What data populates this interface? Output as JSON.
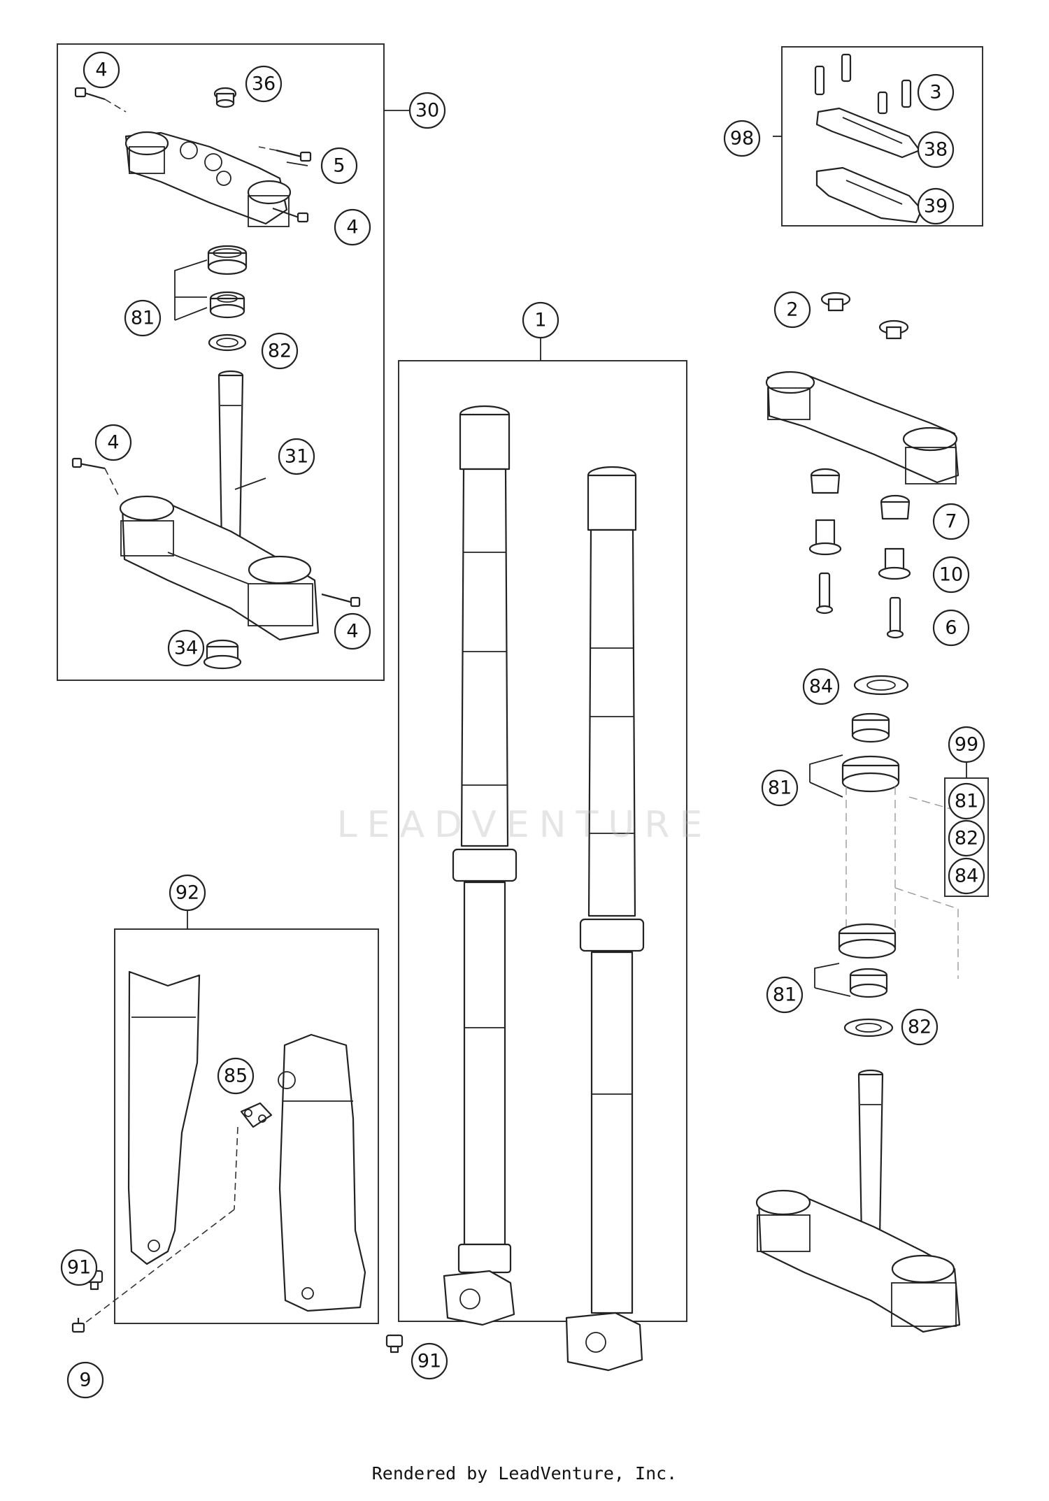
{
  "callouts": {
    "c1": "1",
    "c2": "2",
    "c3": "3",
    "c4a": "4",
    "c4b": "4",
    "c4c": "4",
    "c4d": "4",
    "c5": "5",
    "c6": "6",
    "c7": "7",
    "c9": "9",
    "c10": "10",
    "c30": "30",
    "c31": "31",
    "c34": "34",
    "c36": "36",
    "c38": "38",
    "c39": "39",
    "c81a": "81",
    "c81b": "81",
    "c81c": "81",
    "c82a": "82",
    "c82b": "82",
    "c84": "84",
    "c85": "85",
    "c91a": "91",
    "c91b": "91",
    "c92": "92",
    "c98": "98",
    "c99": "99",
    "c99_81": "81",
    "c99_82": "82",
    "c99_84": "84"
  },
  "watermark": "LEADVENTURE",
  "footer": "Rendered by LeadVenture, Inc."
}
